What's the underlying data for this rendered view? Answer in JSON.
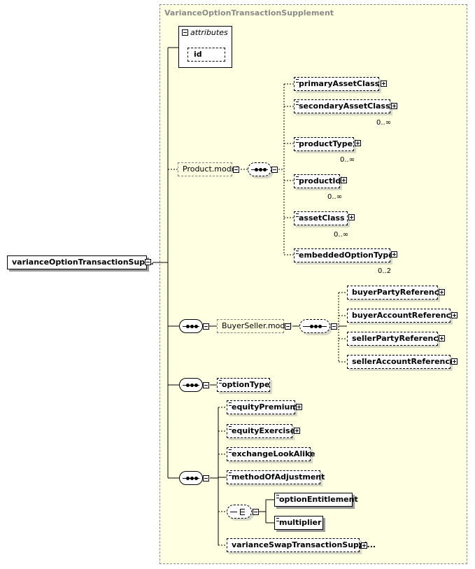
{
  "root": {
    "label": "varianceOptionTransactionSup..."
  },
  "type_name": "VarianceOptionTransactionSupplement",
  "attributes": {
    "title": "attributes",
    "id": "id"
  },
  "product_model": {
    "label": "Product.model",
    "items": [
      {
        "label": "primaryAssetClass",
        "card": ""
      },
      {
        "label": "secondaryAssetClass",
        "card": "0..∞"
      },
      {
        "label": "productType",
        "card": "0..∞"
      },
      {
        "label": "productId",
        "card": "0..∞"
      },
      {
        "label": "assetClass",
        "card": "0..∞"
      },
      {
        "label": "embeddedOptionType",
        "card": "0..2"
      }
    ]
  },
  "buyer_seller_model": {
    "label": "BuyerSeller.model",
    "items": [
      {
        "label": "buyerPartyReference"
      },
      {
        "label": "buyerAccountReference"
      },
      {
        "label": "sellerPartyReference"
      },
      {
        "label": "sellerAccountReference"
      }
    ]
  },
  "option_type": {
    "label": "optionType"
  },
  "equity_sequence": {
    "items": [
      {
        "label": "equityPremium"
      },
      {
        "label": "equityExercise"
      },
      {
        "label": "exchangeLookAlike"
      },
      {
        "label": "methodOfAdjustment"
      }
    ],
    "choice_items": [
      {
        "label": "optionEntitlement"
      },
      {
        "label": "multiplier"
      }
    ],
    "last": {
      "label": "varianceSwapTransactionSuppl..."
    }
  }
}
